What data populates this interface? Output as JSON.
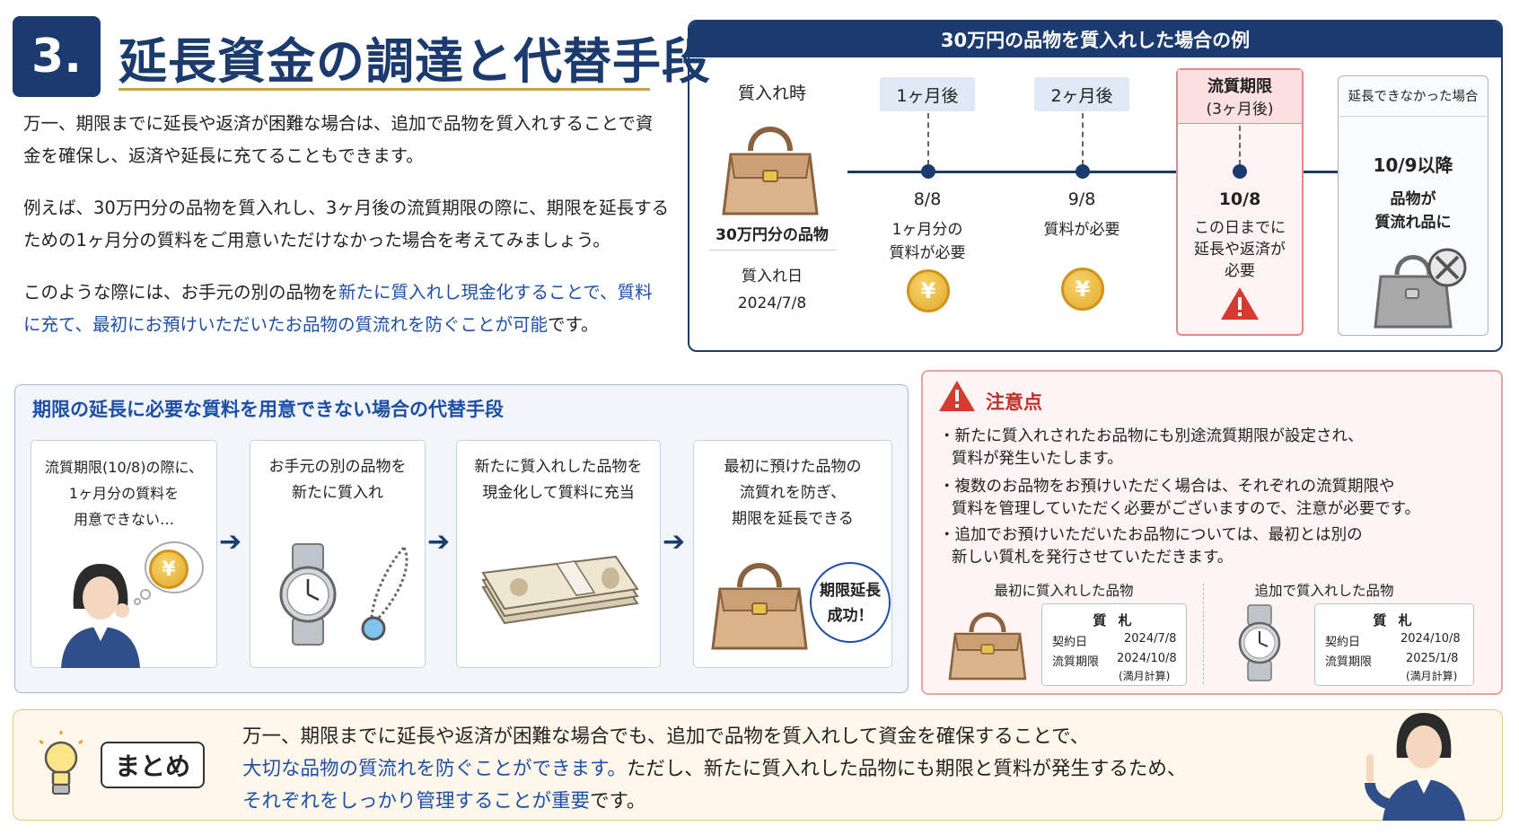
{
  "header": {
    "number": "3.",
    "title": "延長資金の調達と代替手段"
  },
  "intro": {
    "p1": "万一、期限までに延長や返済が困難な場合は、追加で品物を質入れすることで資金を確保し、返済や延長に充てることもできます。",
    "p2": "例えば、30万円分の品物を質入れし、3ヶ月後の流質期限の際に、期限を延長するための1ヶ月分の質料をご用意いただけなかった場合を考えてみましょう。",
    "p3_a": "このような際には、お手元の別の品物を",
    "p3_hl": "新たに質入れし現金化することで、質料に充て、最初にお預けいただいたお品物の質流れを防ぐことが可能",
    "p3_b": "です。"
  },
  "example": {
    "title": "30万円の品物を質入れした場合の例",
    "start": {
      "label": "質入れ時",
      "item": "30万円分の品物",
      "date_label": "質入れ日",
      "date": "2024/7/8"
    },
    "step1": {
      "tag": "1ヶ月後",
      "date": "8/8",
      "desc1": "1ヶ月分の",
      "desc2": "質料が必要",
      "coin": "¥"
    },
    "step2": {
      "tag": "2ヶ月後",
      "date": "9/8",
      "desc1": "質料が必要",
      "coin": "¥"
    },
    "step3": {
      "tag1": "流質期限",
      "tag2": "(3ヶ月後)",
      "date": "10/8",
      "desc1": "この日までに",
      "desc2": "延長や返済が",
      "desc3": "必要"
    },
    "step4": {
      "tag": "延長できなかった場合",
      "date": "10/9以降",
      "desc1": "品物が",
      "desc2": "質流れ品に"
    }
  },
  "alternative": {
    "title": "期限の延長に必要な質料を用意できない場合の代替手段",
    "cards": [
      {
        "l1": "流質期限(10/8)の際に、",
        "l2": "1ヶ月分の質料を",
        "l3": "用意できない…",
        "coin": "¥"
      },
      {
        "l1": "お手元の別の品物を",
        "l2": "新たに質入れ"
      },
      {
        "l1": "新たに質入れした品物を",
        "l2": "現金化して質料に充当"
      },
      {
        "l1": "最初に預けた品物の",
        "l2": "流質れを防ぎ、",
        "l3": "期限を延長できる",
        "badge1": "期限延長",
        "badge2": "成功！"
      }
    ]
  },
  "caution": {
    "title": "注意点",
    "bullets": [
      {
        "l1": "・新たに質入れされたお品物にも別途流質期限が設定され、",
        "l2": "質料が発生いたします。"
      },
      {
        "l1": "・複数のお品物をお預けいただく場合は、それぞれの流質期限や",
        "l2": "質料を管理していただく必要がございますので、注意が必要です。"
      },
      {
        "l1": "・追加でお預けいただいたお品物については、最初とは別の",
        "l2": "新しい質札を発行させていただきます。"
      }
    ],
    "ticket1": {
      "caption": "最初に質入れした品物",
      "title": "質 札",
      "contract_label": "契約日",
      "contract_date": "2024/7/8",
      "deadline_label": "流質期限",
      "deadline_date": "2024/10/8",
      "note": "(満月計算)"
    },
    "ticket2": {
      "caption": "追加で質入れした品物",
      "title": "質 札",
      "contract_label": "契約日",
      "contract_date": "2024/10/8",
      "deadline_label": "流質期限",
      "deadline_date": "2025/1/8",
      "note": "(満月計算)"
    }
  },
  "summary": {
    "label": "まとめ",
    "l1": "万一、期限までに延長や返済が困難な場合でも、追加で品物を質入れして資金を確保することで、",
    "l2_hl": "大切な品物の質流れを防ぐことができます。",
    "l2": "ただし、新たに質入れした品物にも期限と質料が発生するため、",
    "l3_hl": "それぞれをしっかり管理することが重要",
    "l3": "です。"
  },
  "colors": {
    "navy": "#1b3a6e",
    "accent_blue": "#1d4fa6",
    "warning_red": "#c0302a",
    "gold": "#c9a24a"
  }
}
